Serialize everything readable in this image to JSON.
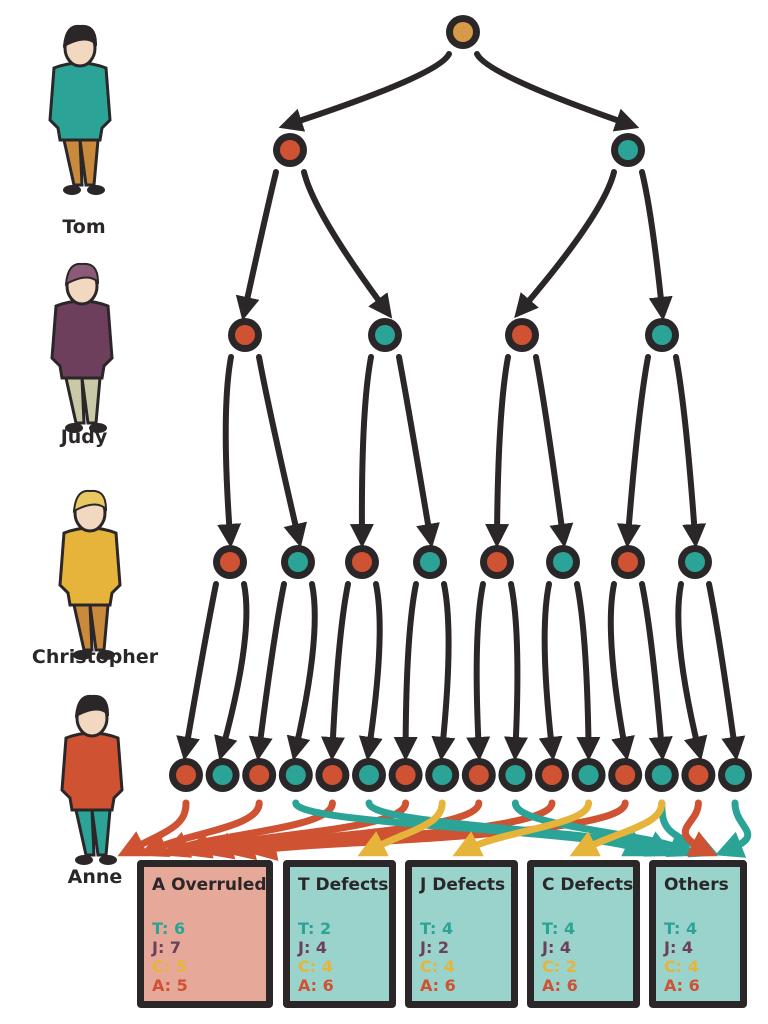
{
  "colors": {
    "dark": "#2b2729",
    "red": "#cf5233",
    "teal": "#2ba497",
    "orange": "#d69a48",
    "yellow": "#e6b43a",
    "purple": "#6e3f5c",
    "box_red_bg": "#e6a898",
    "box_teal_bg": "#99d3cb"
  },
  "people": [
    {
      "name": "Tom",
      "shirt": "#2ba497",
      "pants": "#c98a3c",
      "hair": "#2b2729"
    },
    {
      "name": "Judy",
      "shirt": "#6e3f5c",
      "pants": "#c9c9a8",
      "hair": "#8a5a78"
    },
    {
      "name": "Christopher",
      "shirt": "#e6b43a",
      "pants": "#c98a3c",
      "hair": "#e8c860"
    },
    {
      "name": "Anne",
      "shirt": "#cf5233",
      "pants": "#2ba497",
      "hair": "#2b2729"
    }
  ],
  "tree": {
    "root": "orange",
    "levels": [
      [
        "red",
        "teal"
      ],
      [
        "red",
        "teal",
        "red",
        "teal"
      ],
      [
        "red",
        "teal",
        "red",
        "teal",
        "red",
        "teal",
        "red",
        "teal"
      ],
      [
        "red",
        "teal",
        "red",
        "teal",
        "red",
        "teal",
        "red",
        "teal",
        "red",
        "teal",
        "red",
        "teal",
        "red",
        "teal",
        "red",
        "teal"
      ]
    ]
  },
  "outcomes": [
    {
      "title": "A Overruled",
      "bg": "#e6a898",
      "counts": [
        {
          "label": "T",
          "value": "6"
        },
        {
          "label": "J",
          "value": "7"
        },
        {
          "label": "C",
          "value": "5"
        },
        {
          "label": "A",
          "value": "5"
        }
      ]
    },
    {
      "title": "T Defects",
      "bg": "#99d3cb",
      "counts": [
        {
          "label": "T",
          "value": "2"
        },
        {
          "label": "J",
          "value": "4"
        },
        {
          "label": "C",
          "value": "4"
        },
        {
          "label": "A",
          "value": "6"
        }
      ]
    },
    {
      "title": "J Defects",
      "bg": "#99d3cb",
      "counts": [
        {
          "label": "T",
          "value": "4"
        },
        {
          "label": "J",
          "value": "2"
        },
        {
          "label": "C",
          "value": "4"
        },
        {
          "label": "A",
          "value": "6"
        }
      ]
    },
    {
      "title": "C Defects",
      "bg": "#99d3cb",
      "counts": [
        {
          "label": "T",
          "value": "4"
        },
        {
          "label": "J",
          "value": "4"
        },
        {
          "label": "C",
          "value": "2"
        },
        {
          "label": "A",
          "value": "6"
        }
      ]
    },
    {
      "title": "Others",
      "bg": "#99d3cb",
      "counts": [
        {
          "label": "T",
          "value": "4"
        },
        {
          "label": "J",
          "value": "4"
        },
        {
          "label": "C",
          "value": "4"
        },
        {
          "label": "A",
          "value": "6"
        }
      ]
    }
  ]
}
